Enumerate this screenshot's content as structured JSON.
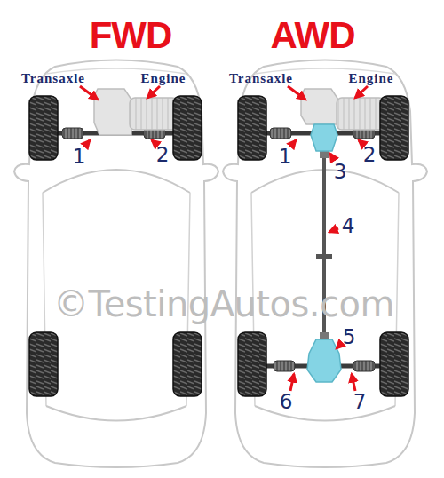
{
  "diagram": {
    "labels": [
      "FWD",
      "AWD",
      "Transaxle",
      "Engine",
      "1",
      "2",
      "Transaxle",
      "Engine",
      "1",
      "3",
      "2",
      "4",
      "5",
      "6",
      "7",
      "©TestingAutos.com"
    ]
  }
}
